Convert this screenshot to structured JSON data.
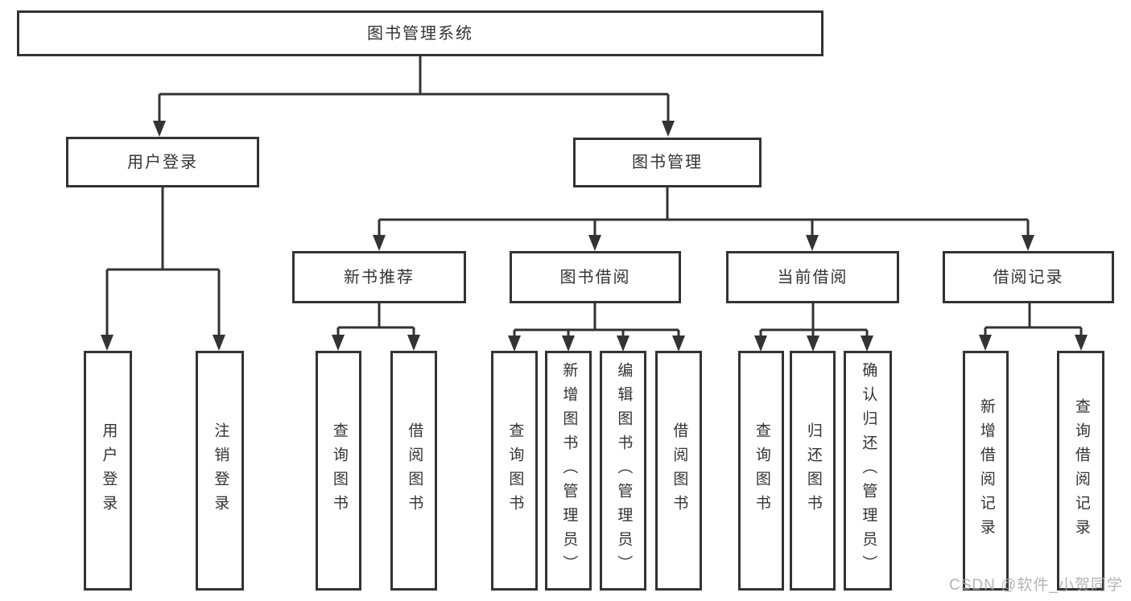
{
  "diagram": {
    "watermark": "CSDN @软件_小贺同学",
    "colors": {
      "line": "#333333",
      "text": "#333333",
      "box_background": "#ffffff",
      "watermark": "#a8a8a8"
    }
  },
  "tree": {
    "label": "图书管理系统",
    "children": [
      {
        "label": "用户登录",
        "children": [
          {
            "label": "用户登录"
          },
          {
            "label": "注销登录"
          }
        ]
      },
      {
        "label": "图书管理",
        "children": [
          {
            "label": "新书推荐",
            "children": [
              {
                "label": "查询图书"
              },
              {
                "label": "借阅图书"
              }
            ]
          },
          {
            "label": "图书借阅",
            "children": [
              {
                "label": "查询图书"
              },
              {
                "label": "新增图书（管理员）"
              },
              {
                "label": "编辑图书（管理员）"
              },
              {
                "label": "借阅图书"
              }
            ]
          },
          {
            "label": "当前借阅",
            "children": [
              {
                "label": "查询图书"
              },
              {
                "label": "归还图书"
              },
              {
                "label": "确认归还（管理员）"
              }
            ]
          },
          {
            "label": "借阅记录",
            "children": [
              {
                "label": "新增借阅记录"
              },
              {
                "label": "查询借阅记录"
              }
            ]
          }
        ]
      }
    ]
  }
}
